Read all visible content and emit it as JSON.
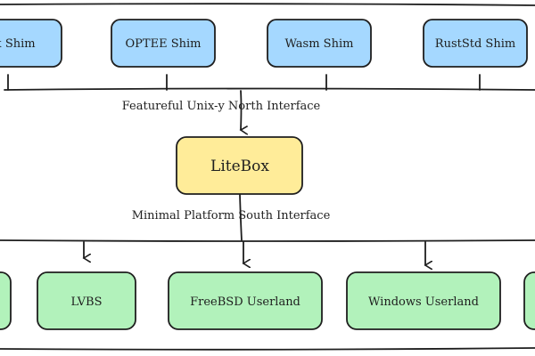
{
  "colors": {
    "shim_fill": "#a5d8ff",
    "core_fill": "#ffec99",
    "platform_fill": "#b2f2bb",
    "stroke": "#1e1e1e"
  },
  "shims": [
    {
      "label": "x Shim"
    },
    {
      "label": "OPTEE Shim"
    },
    {
      "label": "Wasm Shim"
    },
    {
      "label": "RustStd Shim"
    }
  ],
  "north_interface": {
    "label": "Featureful Unix-y North Interface"
  },
  "core": {
    "label": "LiteBox"
  },
  "south_interface": {
    "label": "Minimal Platform South Interface"
  },
  "platforms": [
    {
      "label": ""
    },
    {
      "label": "LVBS"
    },
    {
      "label": "FreeBSD Userland"
    },
    {
      "label": "Windows Userland"
    },
    {
      "label": ""
    }
  ]
}
